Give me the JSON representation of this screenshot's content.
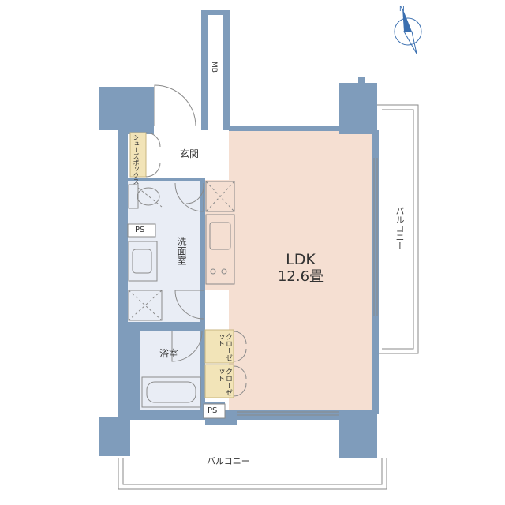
{
  "colors": {
    "wall": "#7f9cbb",
    "ldk_floor": "#f5dfd2",
    "wet_floor": "#e9edf5",
    "cabinet": "#f2e4b8",
    "line": "#8a8a8a",
    "text": "#333333",
    "compass": "#3a6fb0"
  },
  "icons": [
    "compass-icon",
    "door-swing-icon",
    "toilet-icon",
    "sink-icon",
    "bathtub-icon",
    "stove-icon",
    "washer-space-icon"
  ],
  "rooms": {
    "ldk": {
      "name": "LDK",
      "size": "12.6畳"
    },
    "entrance": "玄関",
    "washroom": "洗面室",
    "bathroom": "浴室",
    "shoe_box": "シューズボックス",
    "closet_1": "クローゼット",
    "closet_2": "クローゼット",
    "ps_1": "PS",
    "ps_2": "PS",
    "mb": "MB",
    "balcony_side": "バルコニー",
    "balcony_bottom": "バルコニー"
  }
}
